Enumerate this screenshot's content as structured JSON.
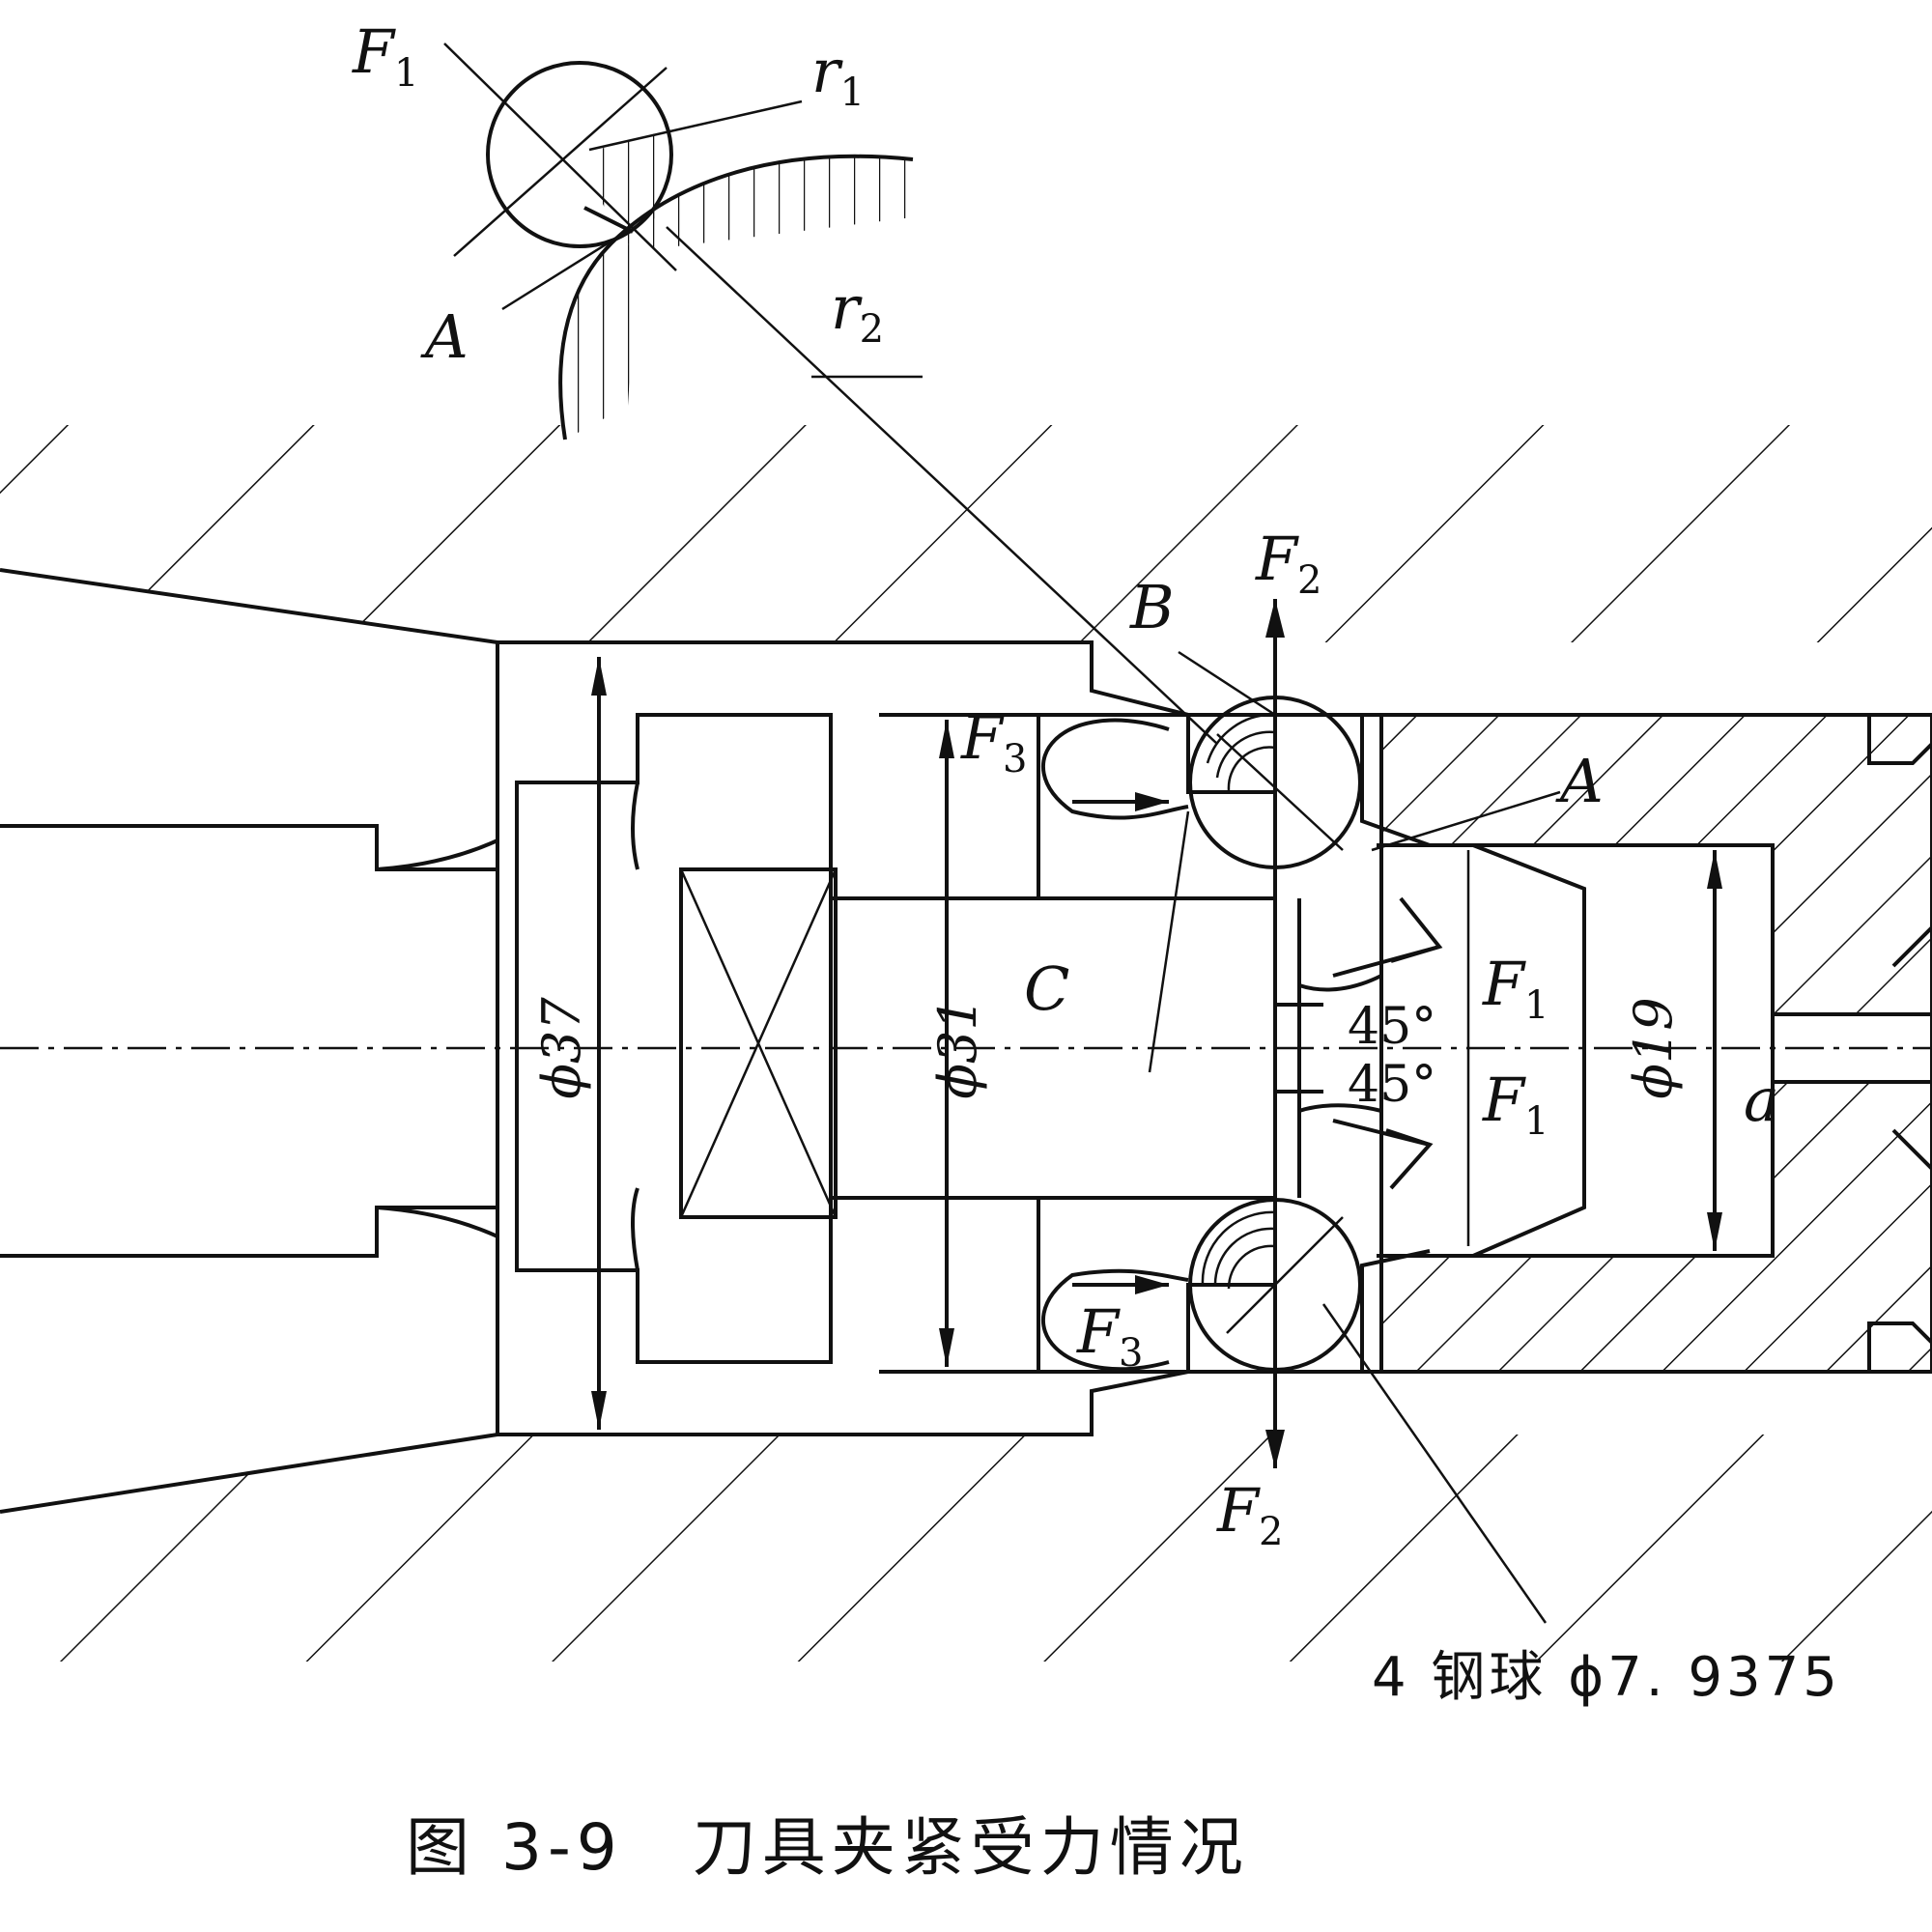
{
  "figure": {
    "caption": "图 3-9　刀具夹紧受力情况",
    "note": "4 钢球 ϕ7. 9375"
  },
  "labels": {
    "F1_detail": {
      "main": "F",
      "sub": "1"
    },
    "r1": {
      "main": "r",
      "sub": "1"
    },
    "r2": {
      "main": "r",
      "sub": "2"
    },
    "A_detail": "A",
    "F2_top": {
      "main": "F",
      "sub": "2"
    },
    "F2_bottom": {
      "main": "F",
      "sub": "2"
    },
    "B": "B",
    "F3_top": {
      "main": "F",
      "sub": "3"
    },
    "F3_bottom": {
      "main": "F",
      "sub": "3"
    },
    "A_main": "A",
    "C": "C",
    "F1_upper": {
      "main": "F",
      "sub": "1"
    },
    "F1_lower": {
      "main": "F",
      "sub": "1"
    },
    "angle_upper": "45°",
    "angle_lower": "45°",
    "a": "a"
  },
  "dimensions": {
    "d37": "ϕ37",
    "d31": "ϕ31",
    "d19": "ϕ19"
  }
}
